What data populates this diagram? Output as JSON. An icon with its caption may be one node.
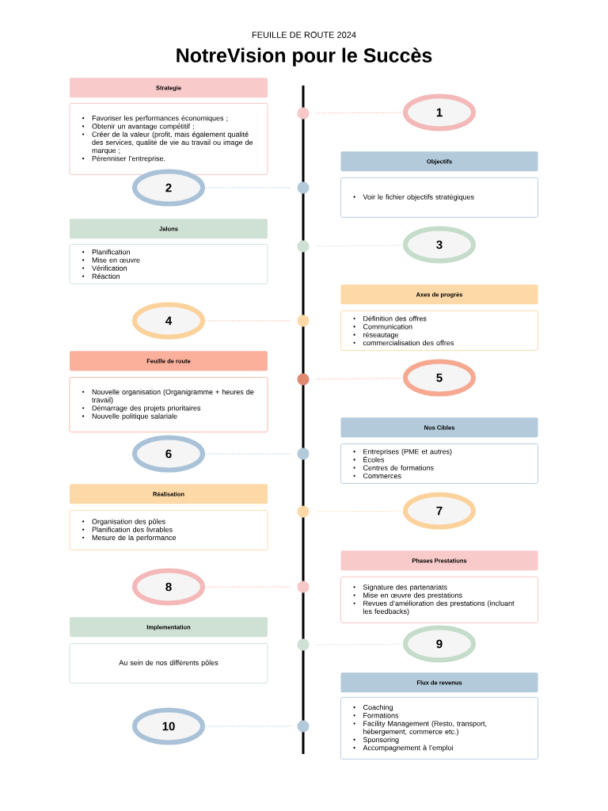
{
  "diagram": {
    "title": "NotreVision pour le Succès",
    "labels": [
      "FEUILLE DE ROUTE 2024"
    ],
    "nodes": [
      {
        "text": [
          "Strategie"
        ]
      },
      {
        "text": [
          "Favoriser les performances économiques ;",
          "Obtenir un avantage compétitif ;",
          "Créer de la valeur (profit, mais également qualité des services, qualité de vie au travail ou image de marque ;",
          "Pérenniser l’entreprise."
        ]
      },
      {
        "text": [
          "1"
        ]
      },
      {
        "text": [],
        "shape": "circle"
      },
      {
        "text": [
          "Objectifs"
        ]
      },
      {
        "text": [
          "Voir le fichier objectifs stratégiques"
        ]
      },
      {
        "text": [
          "2"
        ]
      },
      {
        "text": [],
        "shape": "circle"
      },
      {
        "text": [
          "Jalons"
        ]
      },
      {
        "text": [
          "Planification",
          "Mise en œuvre",
          "Vérification",
          "Réaction"
        ]
      },
      {
        "text": [
          "3"
        ]
      },
      {
        "text": [],
        "shape": "circle"
      },
      {
        "text": [
          "Axes de progrès"
        ]
      },
      {
        "text": [
          "Définition des offres",
          "Communication",
          "réseautage",
          "commercialisation des offres"
        ]
      },
      {
        "text": [
          "4"
        ]
      },
      {
        "text": [],
        "shape": "circle"
      },
      {
        "text": [
          "Feuille de route"
        ]
      },
      {
        "text": [
          "Nouvelle organisation (Organigramme + heures de travail)",
          "Démarrage des projets prioritaires",
          "Nouvelle politique salariale"
        ]
      },
      {
        "text": [
          "5"
        ]
      },
      {
        "text": [],
        "shape": "circle"
      },
      {
        "text": [
          "Nos Cibles"
        ]
      },
      {
        "text": [
          "Entreprises (PME et autres)",
          "Écoles",
          "Centres de formations",
          "Commerces"
        ]
      },
      {
        "text": [
          "6"
        ]
      },
      {
        "text": [],
        "shape": "circle"
      },
      {
        "text": [
          "Réalisation"
        ]
      },
      {
        "text": [
          "Organisation des pôles",
          "Planification des livrables",
          "Mesure de la performance"
        ]
      },
      {
        "text": [
          "7"
        ]
      },
      {
        "text": [],
        "shape": "circle"
      },
      {
        "text": [
          "Phases Prestations"
        ]
      },
      {
        "text": [
          "Signature des partenariats",
          "Mise en œuvre des prestations",
          "Revues d’amélioration des prestations (incluant les feedbacks)"
        ]
      },
      {
        "text": [
          "8"
        ]
      },
      {
        "text": [],
        "shape": "circle"
      },
      {
        "text": [
          "Implementation"
        ]
      },
      {
        "text": [
          "Au sein de nos différents pôles"
        ]
      },
      {
        "text": [
          "9"
        ]
      },
      {
        "text": [],
        "shape": "circle"
      },
      {
        "text": [
          "Flux de revenus"
        ]
      },
      {
        "text": [
          "Coaching",
          "Formations",
          "Facility Management (Resto, transport, hébergement, commerce etc.)",
          "Sponsoring",
          "Accompagnement à l’emploi"
        ]
      },
      {
        "text": [
          "10"
        ]
      },
      {
        "text": [],
        "shape": "circle"
      }
    ],
    "edges": [
      {
        "from": 3,
        "to": 2,
        "arrow": "none",
        "style": "dashed",
        "color": "#f4a8a0"
      },
      {
        "from": 7,
        "to": 6,
        "arrow": "none",
        "style": "dashed",
        "color": "#a9c2d8"
      },
      {
        "from": 11,
        "to": 10,
        "arrow": "none",
        "style": "dashed",
        "color": "#c5dccb"
      },
      {
        "from": 15,
        "to": 14,
        "arrow": "none",
        "style": "dashed",
        "color": "#f6a890"
      },
      {
        "from": 19,
        "to": 18,
        "arrow": "none",
        "style": "dashed",
        "color": "#f6a890"
      },
      {
        "from": 23,
        "to": 22,
        "arrow": "none",
        "style": "dashed",
        "color": "#a9c2d8"
      },
      {
        "from": 27,
        "to": 26,
        "arrow": "none",
        "style": "dashed",
        "color": "#fcd29c"
      },
      {
        "from": 31,
        "to": 30,
        "arrow": "none",
        "style": "dashed",
        "color": "#f6a890"
      },
      {
        "from": 35,
        "to": 34,
        "arrow": "none",
        "style": "dashed",
        "color": "#c5dccb"
      },
      {
        "from": 39,
        "to": 38,
        "arrow": "none",
        "style": "dashed",
        "color": "#a9c2d8"
      }
    ]
  }
}
